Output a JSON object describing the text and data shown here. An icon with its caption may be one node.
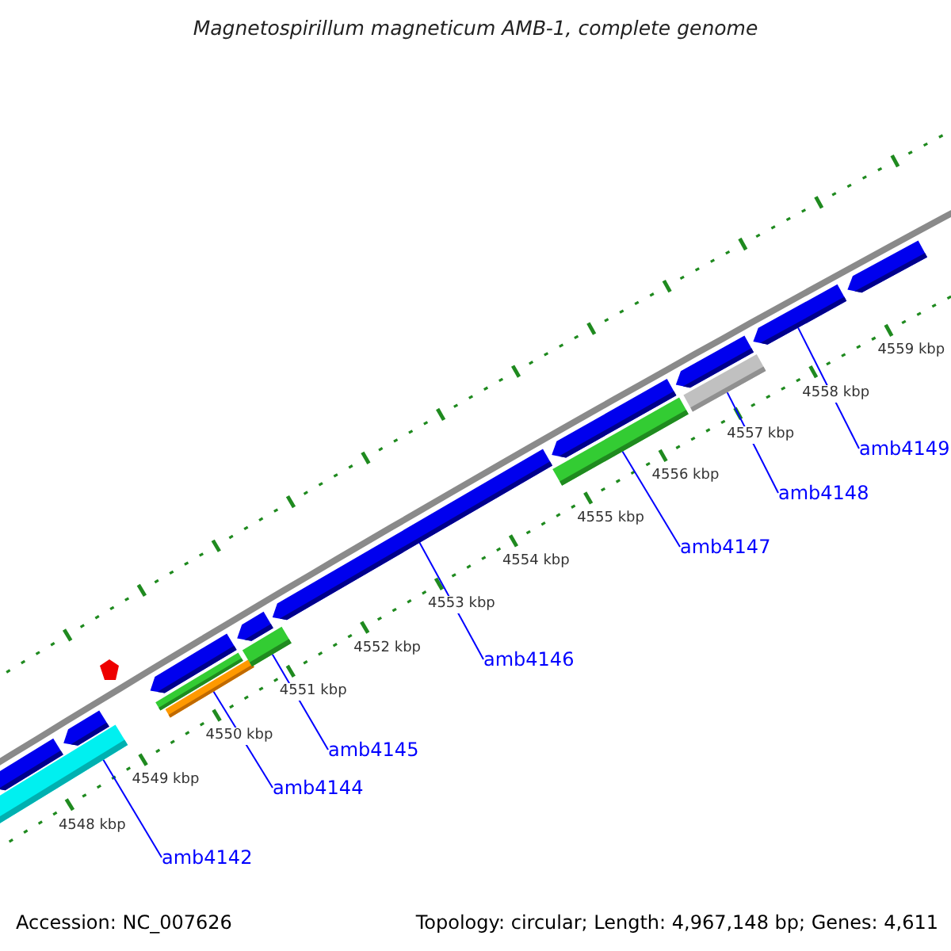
{
  "diagram": {
    "title": "Magnetospirillum magneticum AMB-1, complete genome",
    "nodes": [
      {
        "text": [],
        "shape": "pentagon"
      },
      {
        "text": [],
        "shape": "bar"
      },
      {
        "text": [],
        "shape": "pentagon"
      },
      {
        "text": [],
        "shape": "pentagon"
      },
      {
        "text": [],
        "shape": "bar"
      },
      {
        "text": [],
        "shape": "bar"
      },
      {
        "text": [],
        "shape": "pentagon"
      },
      {
        "text": [],
        "shape": "bar"
      },
      {
        "text": [],
        "shape": "pentagon"
      },
      {
        "text": [],
        "shape": "bar"
      },
      {
        "text": [],
        "shape": "pentagon"
      },
      {
        "text": [],
        "shape": "bar"
      },
      {
        "text": [],
        "shape": "pentagon"
      },
      {
        "text": [],
        "shape": "pentagon"
      },
      {
        "text": [],
        "shape": "pentagon"
      },
      {
        "text": [
          "amb4149"
        ]
      },
      {
        "text": [
          "amb4148"
        ]
      },
      {
        "text": [
          "amb4147"
        ]
      },
      {
        "text": [
          "amb4146"
        ]
      },
      {
        "text": [
          "amb4145"
        ]
      },
      {
        "text": [
          "amb4144"
        ]
      },
      {
        "text": [
          "amb4142"
        ]
      }
    ],
    "edges": [
      {
        "from": 15,
        "to": 13,
        "arrow": "none"
      },
      {
        "from": 16,
        "to": 11,
        "arrow": "none"
      },
      {
        "from": 17,
        "to": 9,
        "arrow": "none"
      },
      {
        "from": 18,
        "to": 8,
        "arrow": "none"
      },
      {
        "from": 19,
        "to": 7,
        "arrow": "none"
      },
      {
        "from": 20,
        "to": 5,
        "arrow": "none"
      },
      {
        "from": 21,
        "to": 1,
        "arrow": "none"
      }
    ],
    "labels": [
      "4559 kbp",
      "4558 kbp",
      "4557 kbp",
      "4556 kbp",
      "4555 kbp",
      "4554 kbp",
      "4553 kbp",
      "4552 kbp",
      "4551 kbp",
      "4550 kbp",
      "4549 kbp",
      "4548 kbp",
      "Accession: NC_007626",
      "Topology: circular; Length: 4,967,148 bp; Genes: 4,611"
    ]
  }
}
